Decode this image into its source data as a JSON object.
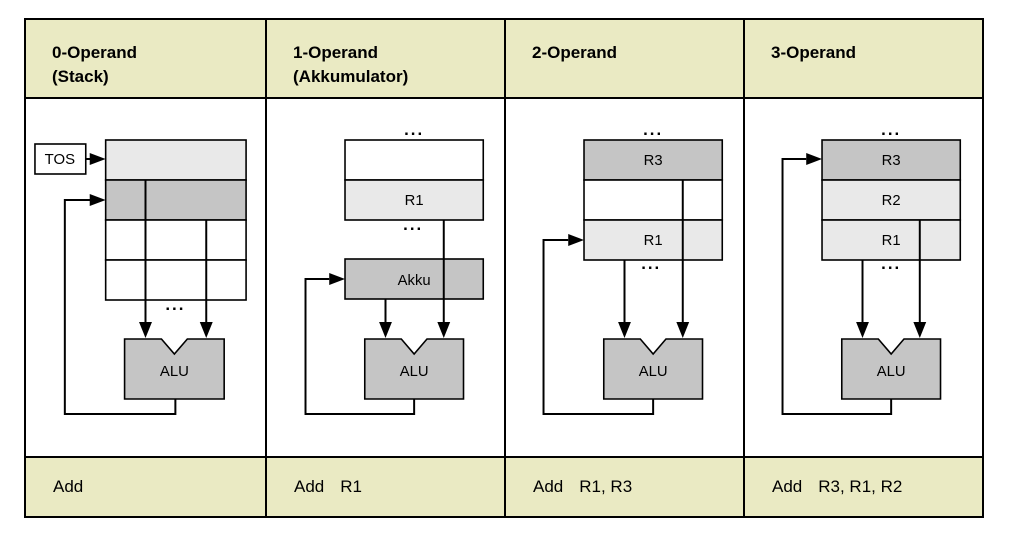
{
  "colors": {
    "page-bg": "#ffffff",
    "band-bg": "#eaeac3",
    "cell-light": "#e9e9e9",
    "cell-mid": "#c5c5c5",
    "cell-white": "#ffffff",
    "line": "#000000",
    "text": "#000000"
  },
  "columns": [
    {
      "header": {
        "title": "0-Operand",
        "subtitle": "(Stack)"
      },
      "diagram": {
        "tos": "TOS",
        "dots_bottom": "...",
        "alu": "ALU"
      },
      "instruction": {
        "mnemonic": "Add",
        "operands": ""
      }
    },
    {
      "header": {
        "title": "1-Operand",
        "subtitle": "(Akkumulator)"
      },
      "diagram": {
        "dots_top": "...",
        "r1": "R1",
        "dots_mid": "...",
        "akku": "Akku",
        "alu": "ALU"
      },
      "instruction": {
        "mnemonic": "Add",
        "operands": "R1"
      }
    },
    {
      "header": {
        "title": "2-Operand",
        "subtitle": ""
      },
      "diagram": {
        "dots_top": "...",
        "r3": "R3",
        "r1": "R1",
        "dots_mid": "...",
        "alu": "ALU"
      },
      "instruction": {
        "mnemonic": "Add",
        "operands": "R1, R3"
      }
    },
    {
      "header": {
        "title": "3-Operand",
        "subtitle": ""
      },
      "diagram": {
        "dots_top": "...",
        "r3": "R3",
        "r2": "R2",
        "r1": "R1",
        "dots_mid": "...",
        "alu": "ALU"
      },
      "instruction": {
        "mnemonic": "Add",
        "operands": "R3, R1, R2"
      }
    }
  ]
}
